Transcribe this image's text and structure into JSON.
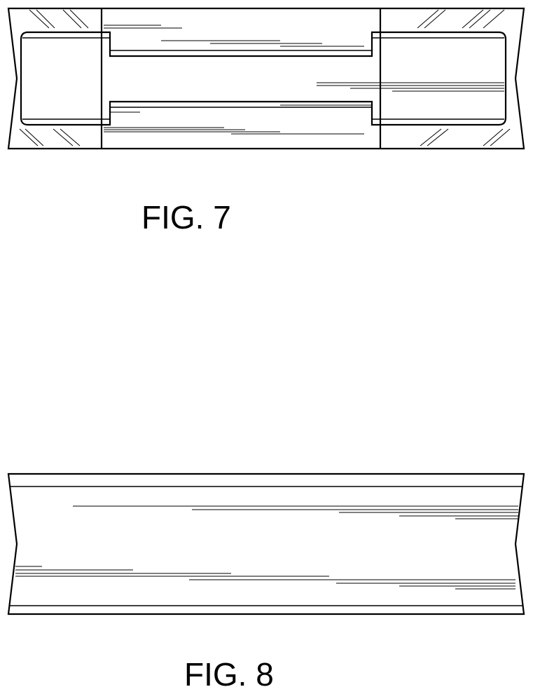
{
  "figures": [
    {
      "id": "fig7",
      "label": "FIG. 7"
    },
    {
      "id": "fig8",
      "label": "FIG. 8"
    }
  ]
}
